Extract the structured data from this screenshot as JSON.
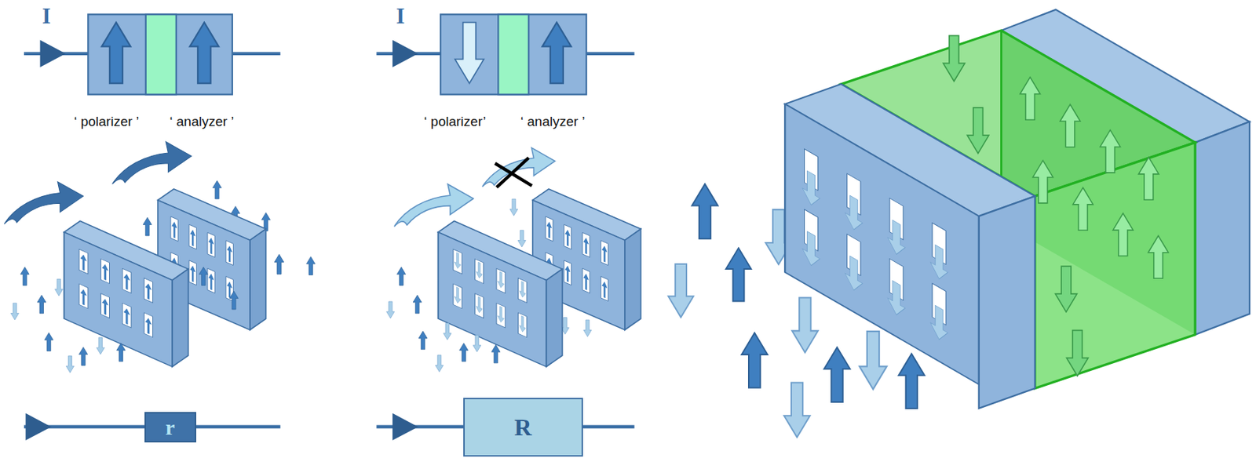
{
  "diagram": {
    "nodes": [
      {
        "text": [
          "r"
        ]
      },
      {
        "text": [
          "R"
        ]
      }
    ],
    "labels": [
      "I",
      "‘ polarizer ’",
      "‘ analyzer ’",
      "I",
      "‘ polarizer’",
      "‘ analyzer ’"
    ]
  }
}
